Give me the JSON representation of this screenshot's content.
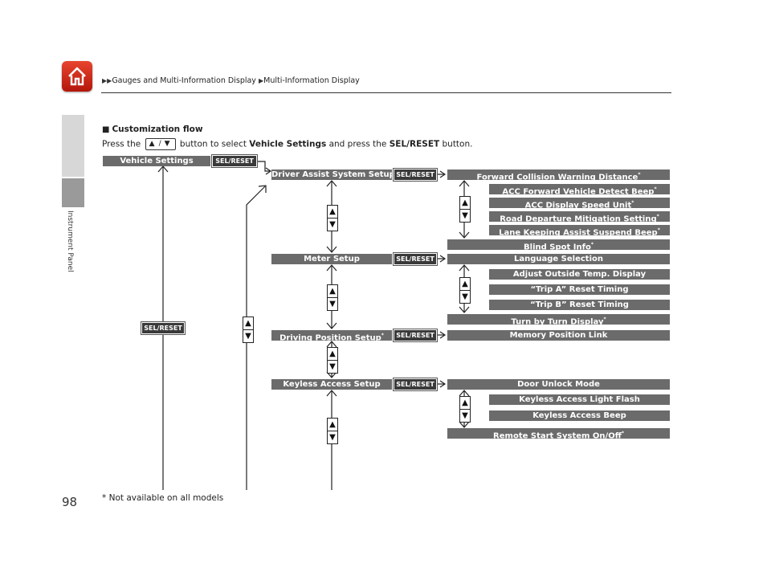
{
  "header": {
    "breadcrumb": [
      "Gauges and Multi-Information Display",
      "Multi-Information Display"
    ]
  },
  "sidebar": {
    "section_label": "Instrument Panel"
  },
  "page_number": "98",
  "section": {
    "heading": "Customization flow",
    "instruction_pre": "Press the",
    "instruction_mid": "button to select",
    "instruction_target": "Vehicle Settings",
    "instruction_and": "and press the",
    "instruction_button": "SEL/RESET",
    "instruction_end": "button."
  },
  "button_label": "SEL/RESET",
  "flow": {
    "root": "Vehicle Settings",
    "groups": [
      {
        "name": "Driver Assist System Setup",
        "items": [
          {
            "label": "Forward Collision Warning Distance",
            "asterisk": true
          },
          {
            "label": "ACC Forward Vehicle Detect Beep",
            "asterisk": true
          },
          {
            "label": "ACC Display Speed Unit",
            "asterisk": true
          },
          {
            "label": "Road Departure Mitigation Setting",
            "asterisk": true
          },
          {
            "label": "Lane Keeping Assist Suspend Beep",
            "asterisk": true
          },
          {
            "label": "Blind Spot Info",
            "asterisk": true
          }
        ]
      },
      {
        "name": "Meter Setup",
        "items": [
          {
            "label": "Language Selection",
            "asterisk": false
          },
          {
            "label": "Adjust Outside Temp. Display",
            "asterisk": false
          },
          {
            "label": "“Trip A” Reset Timing",
            "asterisk": false
          },
          {
            "label": "“Trip B” Reset Timing",
            "asterisk": false
          },
          {
            "label": "Turn by Turn Display",
            "asterisk": true
          }
        ]
      },
      {
        "name": "Driving Position Setup",
        "asterisk": true,
        "items": [
          {
            "label": "Memory Position Link",
            "asterisk": false
          }
        ]
      },
      {
        "name": "Keyless Access Setup",
        "items": [
          {
            "label": "Door Unlock Mode",
            "asterisk": false
          },
          {
            "label": "Keyless Access Light Flash",
            "asterisk": false
          },
          {
            "label": "Keyless Access Beep",
            "asterisk": false
          },
          {
            "label": "Remote Start System On/Off",
            "asterisk": true
          }
        ]
      }
    ]
  },
  "footnote": "* Not available on all models",
  "colors": {
    "bar": "#6b6b6b",
    "home_red": "#d52b1e"
  }
}
